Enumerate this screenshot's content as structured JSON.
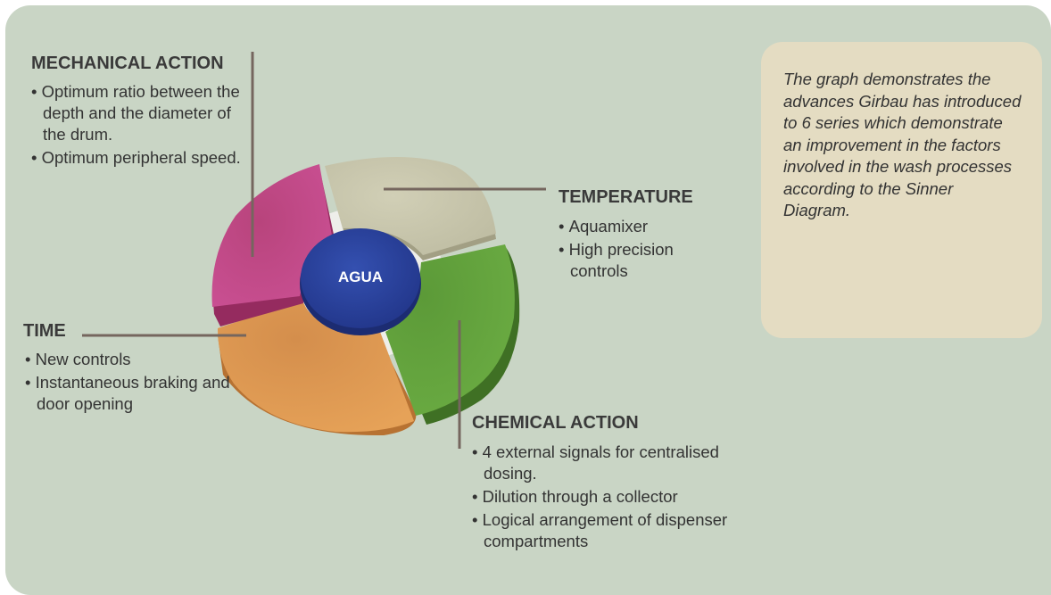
{
  "center_label": "AGUA",
  "sections": {
    "mechanical": {
      "title": "MECHANICAL ACTION",
      "items": [
        "Optimum ratio between the depth and the diameter of the drum.",
        "Optimum peripheral speed."
      ]
    },
    "temperature": {
      "title": "TEMPERATURE",
      "items": [
        "Aquamixer",
        "High precision controls"
      ]
    },
    "time": {
      "title": "TIME",
      "items": [
        "New controls",
        "Instantaneous braking and door opening"
      ]
    },
    "chemical": {
      "title": "CHEMICAL ACTION",
      "items": [
        "4 external signals for centralised dosing.",
        "Dilution through a collector",
        "Logical arrangement of dispenser compartments"
      ]
    }
  },
  "note": "The graph demonstrates the advances Girbau has introduced to 6 series which demonstrate  an improvement in the factors involved in the wash processes according to the Sinner Diagram.",
  "colors": {
    "background_panel": "#c9d5c5",
    "note_box": "#e4dcc2",
    "mechanical": "#c0427e",
    "temperature": "#c6c4ab",
    "time": "#dc944a",
    "chemical": "#5e9e3a",
    "center": "#283e9a",
    "leader_line": "#75665e"
  }
}
